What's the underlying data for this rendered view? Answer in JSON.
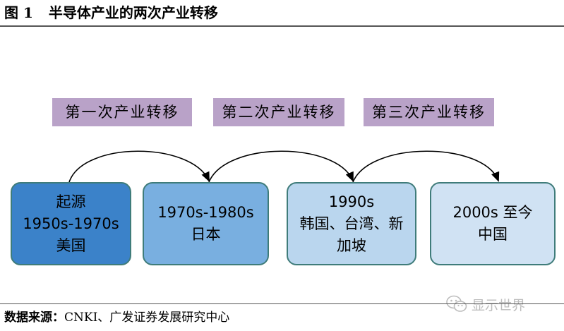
{
  "title": {
    "figure": "图 1",
    "text": "半导体产业的两次产业转移"
  },
  "transfer_labels": [
    "第一次产业转移",
    "第二次产业转移",
    "第三次产业转移"
  ],
  "stages": [
    {
      "lines": [
        "起源",
        "1950s-1970s",
        "美国"
      ]
    },
    {
      "lines": [
        "1970s-1980s",
        "日本"
      ]
    },
    {
      "lines": [
        "1990s",
        "韩国、台湾、新",
        "加坡"
      ]
    },
    {
      "lines": [
        "2000s 至今",
        "中国"
      ]
    }
  ],
  "source": {
    "label": "数据来源：",
    "text": "CNKI、广发证券发展研究中心"
  },
  "watermark": {
    "text": "显示世界",
    "icon": "wechat-icon"
  },
  "colors": {
    "stage_1": "#3b82c9",
    "stage_2": "#79afe0",
    "stage_3": "#bad6ee",
    "stage_4": "#d0e2f3",
    "label_bg": "#b9a2c8",
    "box_border": "#3f7c7a"
  }
}
